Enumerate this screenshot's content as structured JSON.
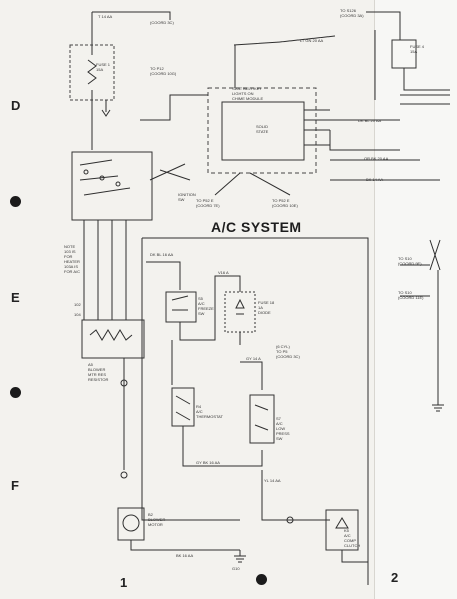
{
  "title": "A/C SYSTEM",
  "row_letters": [
    "D",
    "E",
    "F"
  ],
  "column_numbers": [
    "1",
    "2"
  ],
  "labels": {
    "top_wire": "T 14 AA",
    "top_coord": "(COORD 3C)",
    "fuse_top": "FUSE 1\n15A",
    "to_p12": "TO P12\n(COORD 10G)",
    "to_s126": "TO S126\n(COORD 3A)",
    "fuse_right": "FUSE 4\n15A",
    "fuse_right_wire": "LT GN 20 AA",
    "seat_belt": "SEAT BELT/KEY\nLIGHTS ON\nCHIME MODULE",
    "solid_state": "SOLID\nSTATE",
    "to_p52_left": "TO P52 E\n(COORD 7E)",
    "to_p52_right": "TO P52 E\n(COORD 10E)",
    "dk_bl_wire": "DK BL 20 AA",
    "org_wire": "OR BK 20 AA",
    "bk_wire": "BK 14 AA",
    "to_s10": "TO S10\n(COORD 9E)",
    "to_s10b": "TO S10\n(COORD 11E)",
    "ignition_sw": "IGNITION\nSW",
    "note": "NOTE\n103 IS\nFOR\nHEATER\n103A IS\nFOR A/C",
    "blower_resistor": "A5\nBLOWER\nMTR RES\nRESISTOR",
    "blower_motor": "B2\nBLOWER\nMOTOR",
    "pr_wire": "DK BL 16 AA",
    "freeze_sw": "S5\nA/C\nFREEZE\nSW",
    "fuse_diode": "FUSE 18\n1A\nDIODE",
    "six_cyl": "(6 CYL)\nTO P5\n(COORD 3C)",
    "thermostat": "R4\nA/C\nTHERMOSTAT",
    "low_press": "S7\nA/C\nLOW\nPRESS\nSW",
    "comp_clutch": "K5\nA/C\nCOMP\nCLUTCH",
    "ground_wire": "BK 16 AA",
    "ground_label": "G10",
    "wire_16a": "V16 A",
    "wire_gy": "GY 14 A",
    "wire_gyb": "GY BK 16 AA",
    "wire_yl": "YL 14 AA",
    "wire_102": "102",
    "wire_104": "104"
  }
}
